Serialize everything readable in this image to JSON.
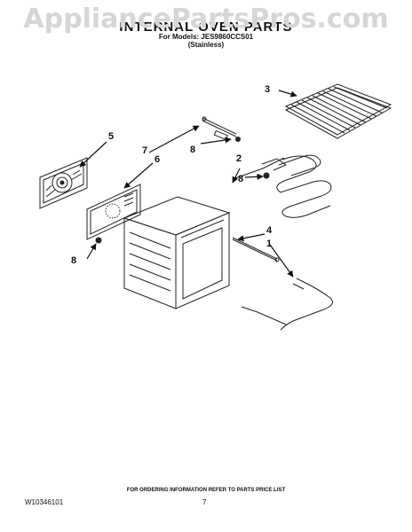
{
  "watermark": "AppliancePartsPros.com",
  "header": {
    "title": "INTERNAL OVEN PARTS",
    "models_line": "For Models: JES9860CCS01",
    "variant_line": "(Stainless)"
  },
  "callouts": [
    {
      "id": "c1",
      "label": "1"
    },
    {
      "id": "c2",
      "label": "2"
    },
    {
      "id": "c3",
      "label": "3"
    },
    {
      "id": "c4",
      "label": "4"
    },
    {
      "id": "c5",
      "label": "5"
    },
    {
      "id": "c6",
      "label": "6"
    },
    {
      "id": "c7",
      "label": "7"
    },
    {
      "id": "c8a",
      "label": "8"
    },
    {
      "id": "c8b",
      "label": "8"
    },
    {
      "id": "c8c",
      "label": "8"
    }
  ],
  "footer": {
    "note": "FOR ORDERING INFORMATION REFER TO PARTS PRICE LIST",
    "doc_number": "W10346101",
    "page_number": "7"
  }
}
